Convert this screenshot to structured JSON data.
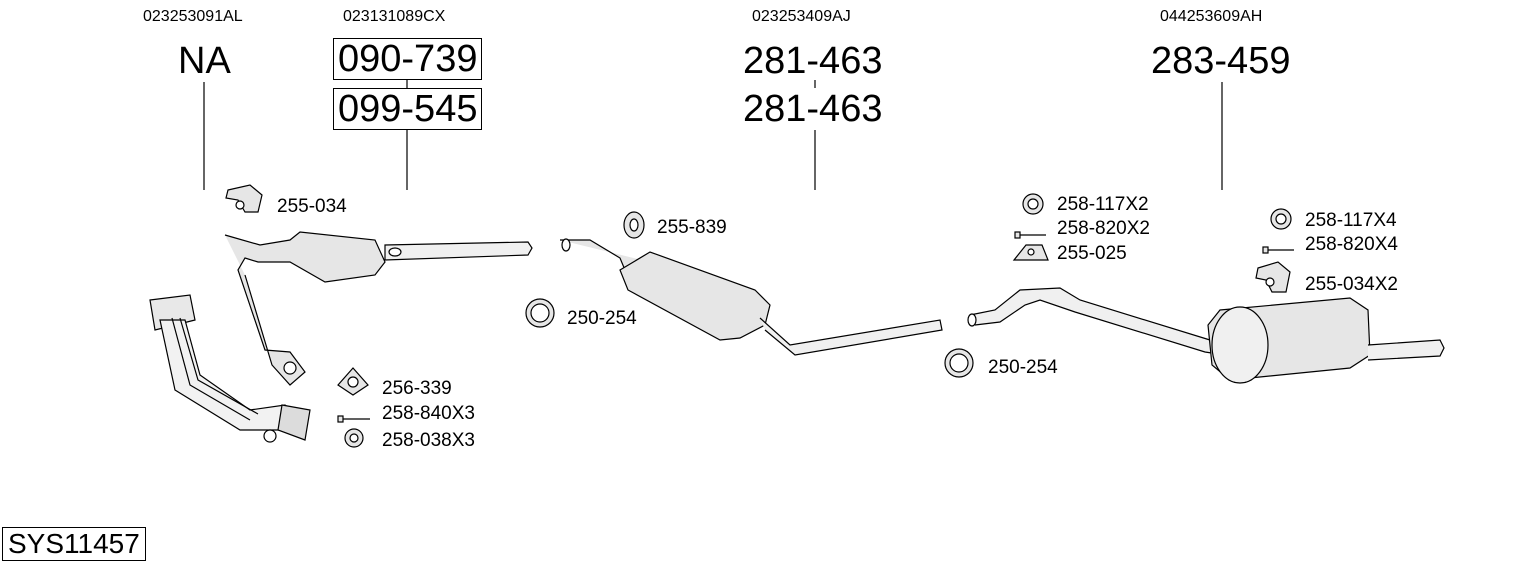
{
  "oem_numbers": [
    "023253091AL",
    "023131089CX",
    "023253409AJ",
    "044253609AH"
  ],
  "main_parts": {
    "manifold": "NA",
    "catalyst_1": "090-739",
    "catalyst_2": "099-545",
    "middle_1": "281-463",
    "middle_2": "281-463",
    "rear": "283-459"
  },
  "small_parts": {
    "p1": "255-034",
    "p2": "255-839",
    "p3": "250-254",
    "p4": "256-339",
    "p5": "258-840X3",
    "p6": "258-038X3",
    "p7": "258-117X2",
    "p8": "258-820X2",
    "p9": "255-025",
    "p10": "250-254",
    "p11": "258-117X4",
    "p12": "258-820X4",
    "p13": "255-034X2"
  },
  "system_id": "SYS11457"
}
